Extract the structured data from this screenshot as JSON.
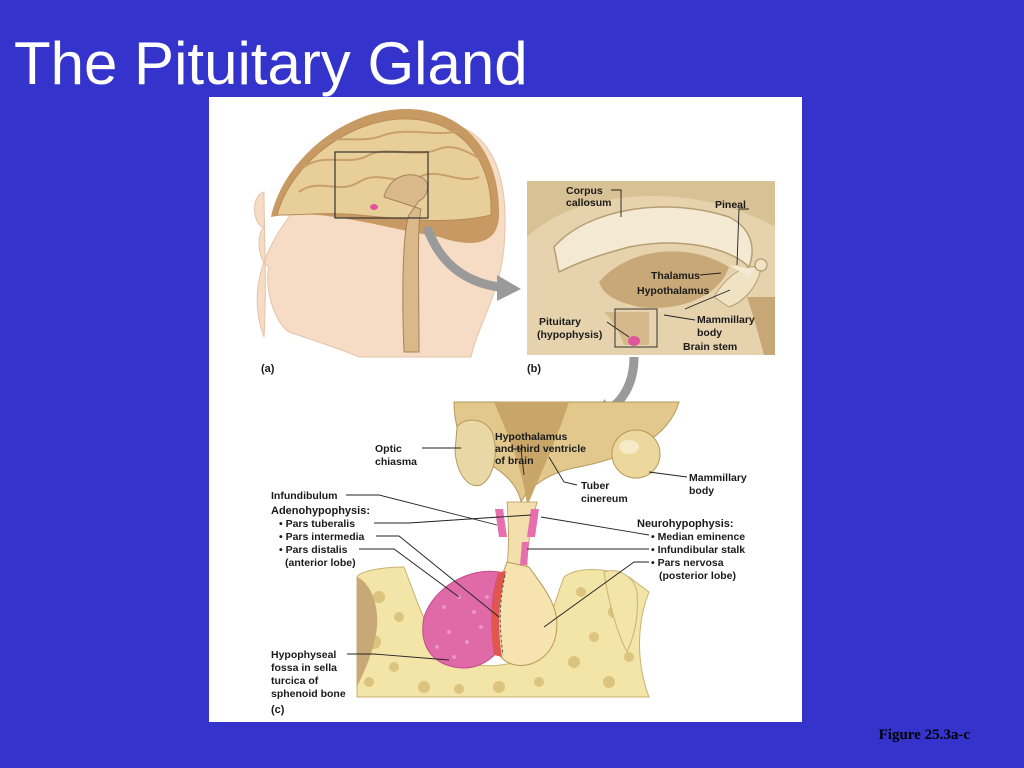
{
  "slide": {
    "title": "The Pituitary Gland",
    "figure_caption": "Figure 25.3a-c"
  },
  "panels": {
    "a": "(a)",
    "b": "(b)",
    "c": "(c)"
  },
  "labels_b": {
    "corpus_1": "Corpus",
    "corpus_2": "callosum",
    "pineal": "Pineal",
    "thalamus": "Thalamus",
    "hypothalamus": "Hypothalamus",
    "pituitary_1": "Pituitary",
    "pituitary_2": "(hypophysis)",
    "mammillary_1": "Mammillary",
    "mammillary_2": "body",
    "brain_stem": "Brain stem"
  },
  "labels_c": {
    "optic_1": "Optic",
    "optic_2": "chiasma",
    "hypo_1": "Hypothalamus",
    "hypo_2": "and third ventricle",
    "hypo_3": "of brain",
    "mam_1": "Mammillary",
    "mam_2": "body",
    "tuber_1": "Tuber",
    "tuber_2": "cinereum",
    "infundibulum": "Infundibulum",
    "adeno": "Adenohypophysis:",
    "pars_tuberalis": "• Pars tuberalis",
    "pars_intermedia": "• Pars intermedia",
    "pars_distalis": "• Pars distalis",
    "anterior_lobe": "(anterior lobe)",
    "neuro": "Neurohypophysis:",
    "median_eminence": "• Median eminence",
    "infundibular_stalk": "• Infundibular stalk",
    "pars_nervosa": "• Pars nervosa",
    "posterior_lobe": "(posterior lobe)",
    "fossa_1": "Hypophyseal",
    "fossa_2": "fossa in sella",
    "fossa_3": "turcica of",
    "fossa_4": "sphenoid bone"
  },
  "colors": {
    "background": "#3434cc",
    "skin": "#f6dcc4",
    "brain": "#e8cf9a",
    "bone": "#f3e4a8",
    "pink": "#e0569c",
    "arrow": "#9a9a9a"
  }
}
